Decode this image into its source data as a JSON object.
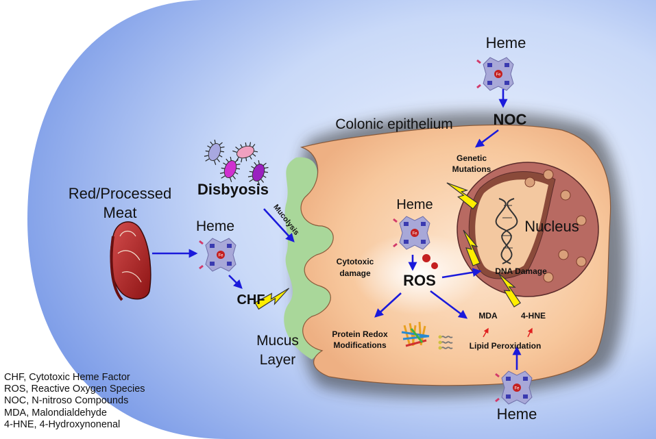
{
  "labels": {
    "red_meat_line1": "Red/Processed",
    "red_meat_line2": "Meat",
    "heme": "Heme",
    "disbyosis": "Disbyosis",
    "mucolysis": "Mucolysis",
    "chf": "CHF",
    "cytotoxic_line1": "Cytotoxic",
    "cytotoxic_line2": "damage",
    "mucus_line1": "Mucus",
    "mucus_line2": "Layer",
    "colonic_epithelium": "Colonic epithelium",
    "noc": "NOC",
    "genetic_line1": "Genetic",
    "genetic_line2": "Mutations",
    "nucleus": "Nucleus",
    "ros": "ROS",
    "dna_damage": "DNA Damage",
    "protein_line1": "Protein Redox",
    "protein_line2": "Modifications",
    "mda": "MDA",
    "hne": "4-HNE",
    "lipid_peroxidation": "Lipid Peroxidation",
    "fe": "Fe"
  },
  "legend": [
    "CHF, Cytotoxic Heme Factor",
    "ROS, Reactive Oxygen Species",
    "NOC, N-nitroso Compounds",
    "MDA, Malondialdehyde",
    "4-HNE, 4-Hydroxynonenal"
  ],
  "colors": {
    "arrow": "#1a1adb",
    "lightning": "#ffee00",
    "cell": "#f6c9a0",
    "nucleus": "#b86a62",
    "mucus": "#a9d79a",
    "heme": "#a8a8d8",
    "background_blue": "#aac4f4",
    "small_arrow": "#e02020"
  }
}
